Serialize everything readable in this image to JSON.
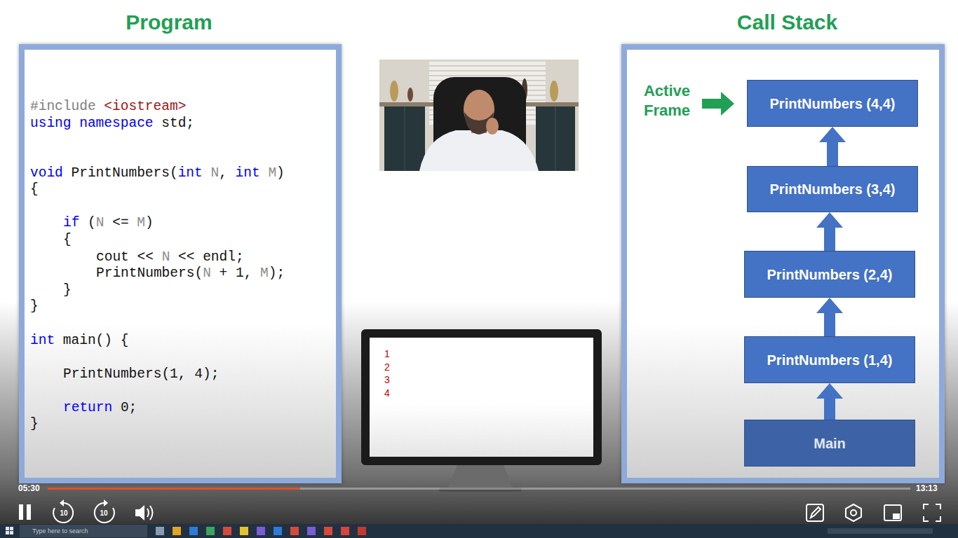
{
  "diagram": {
    "nodes": [
      {
        "text": [
          "Program"
        ]
      },
      {
        "text": [
          "1",
          "2",
          "3",
          "4"
        ]
      },
      {
        "text": [
          "Call Stack"
        ]
      },
      {
        "text": [
          "PrintNumbers (4,4)"
        ],
        "in": 2
      },
      {
        "text": [
          "PrintNumbers (3,4)"
        ],
        "in": 2
      },
      {
        "text": [
          "PrintNumbers (2,4)"
        ],
        "in": 2
      },
      {
        "text": [
          "PrintNumbers (1,4)"
        ],
        "in": 2
      },
      {
        "text": [
          "Main"
        ],
        "in": 2
      }
    ],
    "edges": [
      {
        "from": 7,
        "to": 6,
        "arrow": "to"
      },
      {
        "from": 6,
        "to": 5,
        "arrow": "to"
      },
      {
        "from": 5,
        "to": 4,
        "arrow": "to"
      },
      {
        "from": 4,
        "to": 3,
        "arrow": "to"
      }
    ],
    "labels": [
      "#include <iostream>",
      "using namespace std;",
      "void PrintNumbers(int N, int M)",
      "{",
      "if (N <= M)",
      "{",
      "cout << N << endl;",
      "PrintNumbers(N + 1, M);",
      "}",
      "}",
      "int main() {",
      "PrintNumbers(1, 4);",
      "return 0;",
      "}",
      "Active Frame",
      "05:30",
      "13:13",
      "10",
      "10",
      "Type here to search"
    ]
  }
}
